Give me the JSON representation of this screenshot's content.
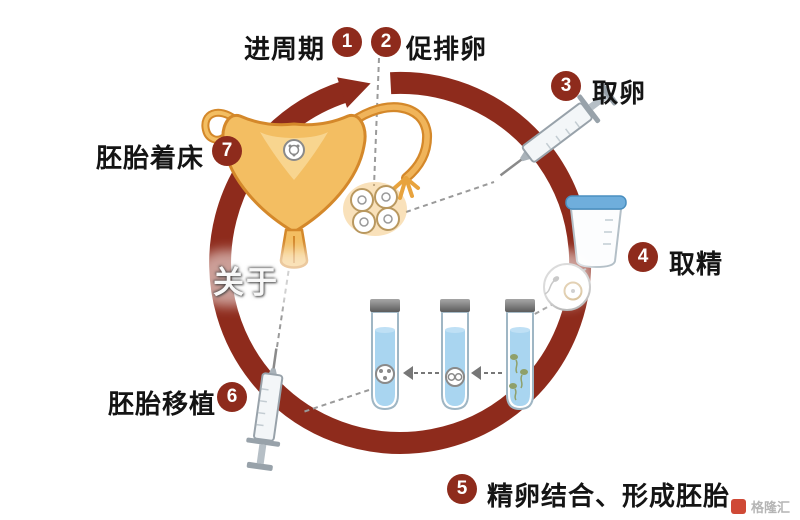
{
  "steps": [
    {
      "num": "1",
      "label": "进周期"
    },
    {
      "num": "2",
      "label": "促排卵"
    },
    {
      "num": "3",
      "label": "取卵"
    },
    {
      "num": "4",
      "label": "取精"
    },
    {
      "num": "5",
      "label": "精卵结合、形成胚胎"
    },
    {
      "num": "6",
      "label": "胚胎移植"
    },
    {
      "num": "7",
      "label": "胚胎着床"
    }
  ],
  "watermark": {
    "caption": "关于",
    "brand": "格隆汇"
  },
  "colors": {
    "cycle_arrow": "#8e2b1c",
    "badge_background": "#8e2b1c",
    "badge_text": "#ffffff",
    "label_text": "#141414",
    "uterus_fill": "#f3be62",
    "uterus_outline": "#d4882a",
    "tube_liquid": "#a9d5f0",
    "tube_cap": "#4f4f4f",
    "cup_lid": "#6faedc",
    "dashed_line": "#9a9a9a"
  }
}
